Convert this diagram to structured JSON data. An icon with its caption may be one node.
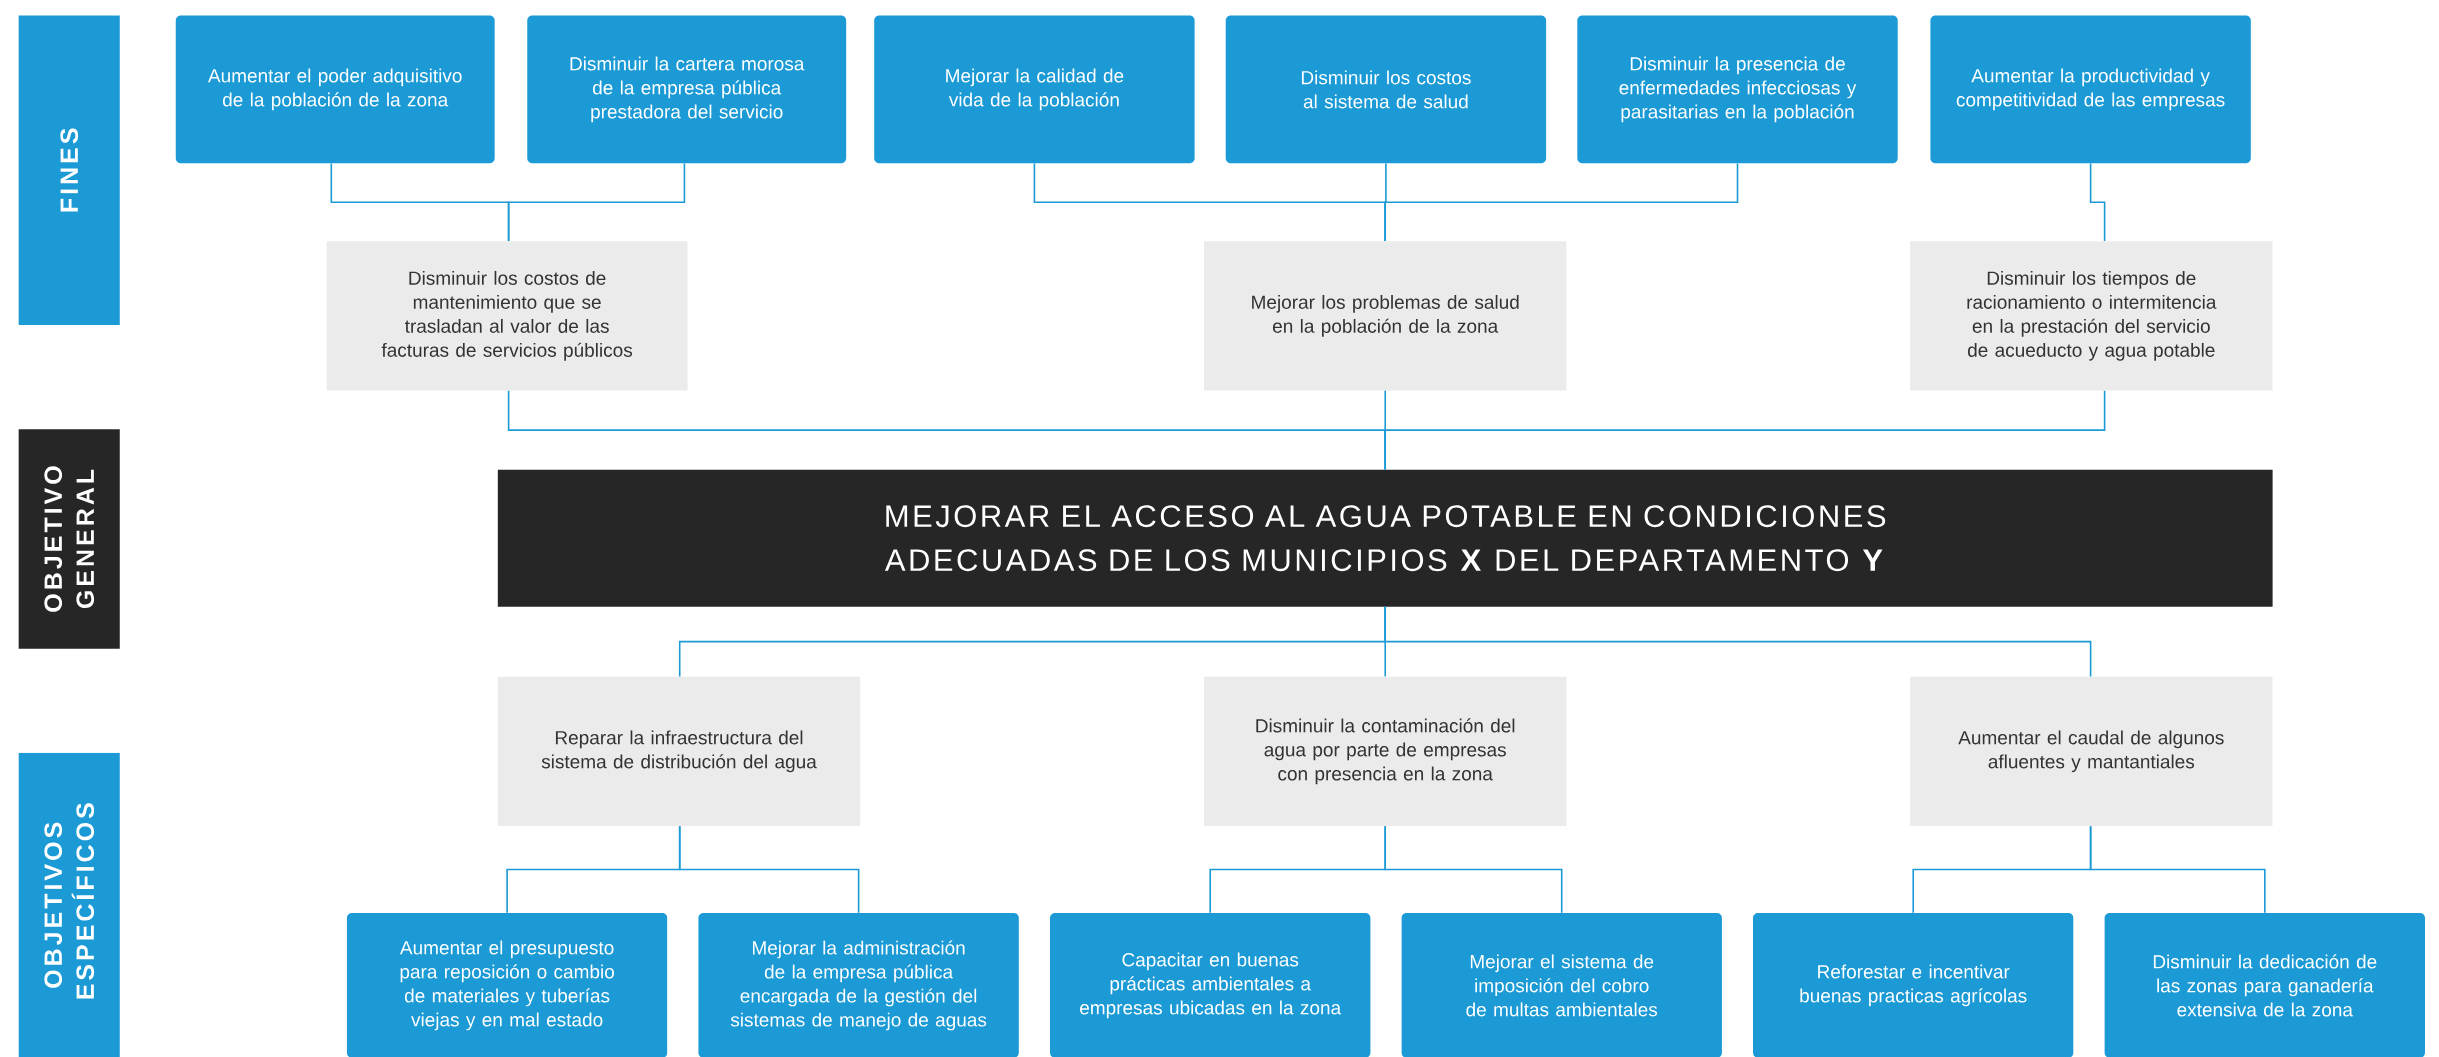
{
  "diagram": {
    "nodes": [
      {
        "text": [
          "FINES"
        ]
      },
      {
        "text": [
          "OBJETIVO GENERAL"
        ]
      },
      {
        "text": [
          "OBJETIVOS ESPECÍFICOS"
        ]
      },
      {
        "text": [
          "Aumentar el poder adquisitivo de la población de la zona"
        ]
      },
      {
        "text": [
          "Disminuir la cartera morosa de la empresa pública prestadora del servicio"
        ]
      },
      {
        "text": [
          "Mejorar la calidad de vida de la población"
        ]
      },
      {
        "text": [
          "Disminuir los costos al sistema de salud"
        ]
      },
      {
        "text": [
          "Disminuir la presencia de enfermedades infecciosas y parasitarias en la población"
        ]
      },
      {
        "text": [
          "Aumentar la productividad y competitividad de las empresas"
        ]
      },
      {
        "text": [
          "Disminuir los costos de mantenimiento que se trasladan al valor de las facturas de servicios públicos"
        ]
      },
      {
        "text": [
          "Mejorar los problemas de salud en la población de la zona"
        ]
      },
      {
        "text": [
          "Disminuir los tiempos de racionamiento o intermitencia en la prestación del servicio de acueducto y agua potable"
        ]
      },
      {
        "text": [
          "MEJORAR EL ACCESO AL AGUA POTABLE EN CONDICIONES ADECUADAS DE LOS MUNICIPIOS **X** DEL DEPARTAMENTO **Y**"
        ]
      },
      {
        "text": [
          "Reparar la infraestructura del sistema de distribución del agua"
        ]
      },
      {
        "text": [
          "Disminuir la contaminación del agua por parte de empresas con presencia en la zona"
        ]
      },
      {
        "text": [
          "Aumentar el caudal de algunos afluentes y mantantiales"
        ]
      },
      {
        "text": [
          "Aumentar el presupuesto para reposición o cambio de materiales y tuberías viejas y en mal estado"
        ]
      },
      {
        "text": [
          "Mejorar la administración de la empresa pública encargada de la gestión del sistemas de manejo de aguas"
        ]
      },
      {
        "text": [
          "Capacitar en buenas prácticas ambientales a empresas ubicadas en la zona"
        ]
      },
      {
        "text": [
          "Mejorar el sistema de imposición del cobro de multas ambientales"
        ]
      },
      {
        "text": [
          "Reforestar e incentivar buenas practicas agrícolas"
        ]
      },
      {
        "text": [
          "Disminuir la dedicación de las zonas para ganadería extensiva de la zona"
        ]
      }
    ],
    "edges": [
      {
        "from": 3,
        "to": 9,
        "arrow": "none"
      },
      {
        "from": 4,
        "to": 9,
        "arrow": "none"
      },
      {
        "from": 5,
        "to": 10,
        "arrow": "none"
      },
      {
        "from": 6,
        "to": 10,
        "arrow": "none"
      },
      {
        "from": 7,
        "to": 10,
        "arrow": "none"
      },
      {
        "from": 8,
        "to": 11,
        "arrow": "none"
      },
      {
        "from": 9,
        "to": 12,
        "arrow": "none"
      },
      {
        "from": 10,
        "to": 12,
        "arrow": "none"
      },
      {
        "from": 11,
        "to": 12,
        "arrow": "none"
      },
      {
        "from": 12,
        "to": 13,
        "arrow": "none"
      },
      {
        "from": 12,
        "to": 14,
        "arrow": "none"
      },
      {
        "from": 12,
        "to": 15,
        "arrow": "none"
      },
      {
        "from": 13,
        "to": 16,
        "arrow": "none"
      },
      {
        "from": 13,
        "to": 17,
        "arrow": "none"
      },
      {
        "from": 14,
        "to": 18,
        "arrow": "none"
      },
      {
        "from": 14,
        "to": 19,
        "arrow": "none"
      },
      {
        "from": 15,
        "to": 20,
        "arrow": "none"
      },
      {
        "from": 15,
        "to": 21,
        "arrow": "none"
      }
    ]
  }
}
